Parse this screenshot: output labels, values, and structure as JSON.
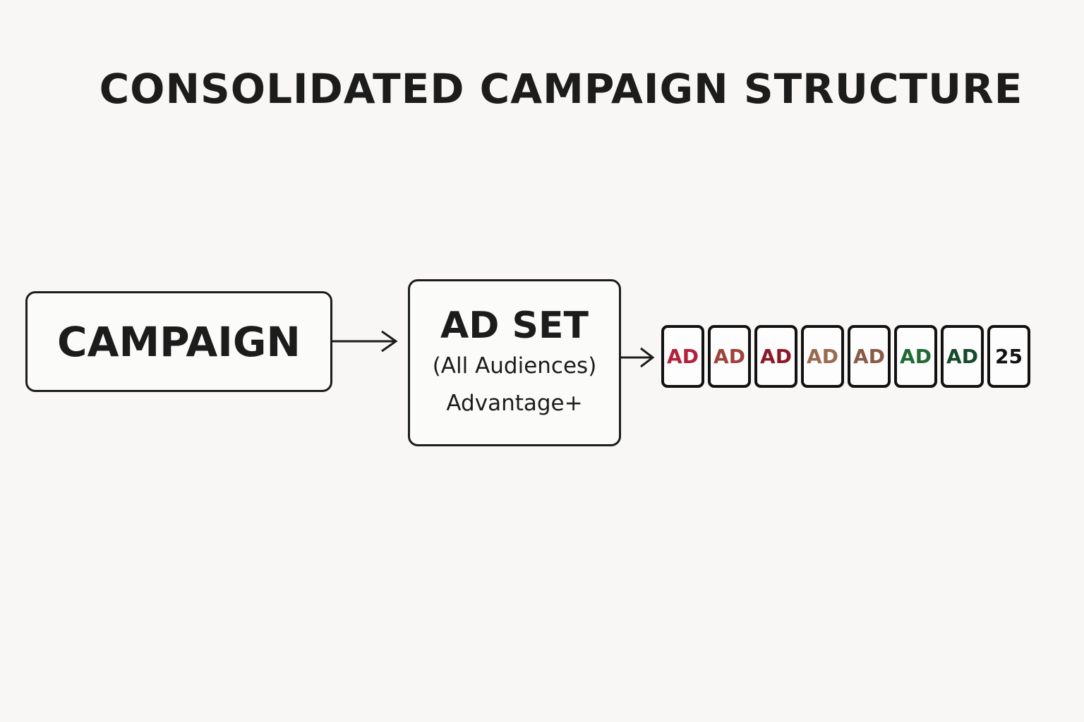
{
  "title": "CONSOLIDATED CAMPAIGN STRUCTURE",
  "campaign": {
    "label": "CAMPAIGN"
  },
  "ad_set": {
    "label": "AD SET",
    "audience": "(All Audiences)",
    "placement": "Advantage+"
  },
  "ads": [
    {
      "label": "AD",
      "color": "#b3203a"
    },
    {
      "label": "AD",
      "color": "#a0423a"
    },
    {
      "label": "AD",
      "color": "#8a1a28"
    },
    {
      "label": "AD",
      "color": "#9a6a50"
    },
    {
      "label": "AD",
      "color": "#8a5a48"
    },
    {
      "label": "AD",
      "color": "#1f6a35"
    },
    {
      "label": "AD",
      "color": "#154a2c"
    },
    {
      "label": "25",
      "color": "#111111"
    }
  ]
}
